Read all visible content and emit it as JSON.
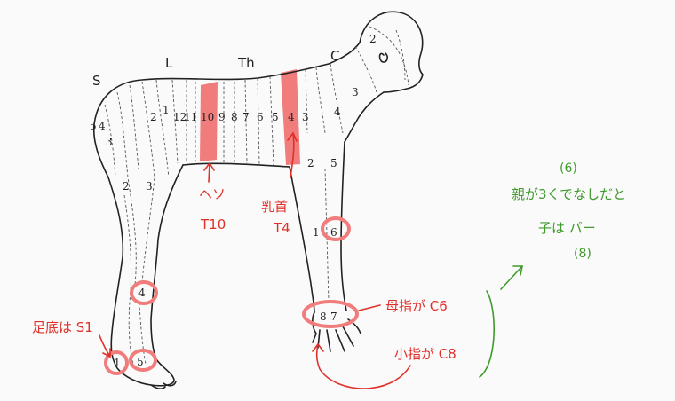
{
  "colors": {
    "outline": "#222222",
    "band": "#f07c7c",
    "note_red": "#e0302a",
    "note_green": "#3f9a2c"
  },
  "region_labels": {
    "sacral": "S",
    "lumbar": "L",
    "thoracic": "Th",
    "cervical": "C"
  },
  "back_segments": [
    "5",
    "4",
    "3",
    "2",
    "1",
    "12",
    "11",
    "10",
    "9",
    "8",
    "7",
    "6",
    "5",
    "4",
    "3"
  ],
  "other_segments": {
    "head": "2",
    "neck": "3",
    "shoulder": "4",
    "upper_arm_left": "2",
    "upper_arm_right": "5",
    "forearm_left": "1",
    "forearm_6": "6",
    "hand_8": "8",
    "hand_7": "7",
    "thigh_2": "2",
    "thigh_3": "3",
    "knee_4": "4",
    "foot_1": "1",
    "foot_5": "5"
  },
  "annotations": {
    "navel": "ヘソ",
    "t10": "T10",
    "nipple": "乳首",
    "t4": "T4",
    "sole": "足底は S1",
    "thumb": "母指が C6",
    "little_finger": "小指が C8"
  },
  "mnemonic": {
    "line1": "(6)",
    "line2": "親が3くでなしだと",
    "line3": "子は パー",
    "line4": "(8)"
  }
}
